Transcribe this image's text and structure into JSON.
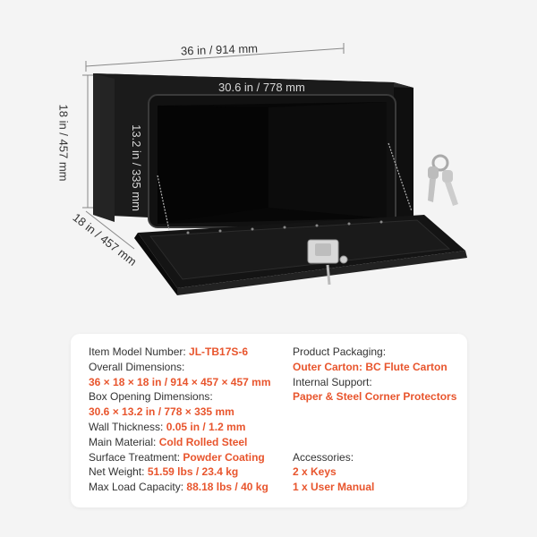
{
  "dimensions": {
    "overall_width": "36 in / 914 mm",
    "height": "18 in / 457 mm",
    "depth": "18 in / 457 mm",
    "opening_width": "30.6 in / 778 mm",
    "opening_height": "13.2 in / 335 mm"
  },
  "specs_left": [
    {
      "label": "Item Model Number: ",
      "value": "JL-TB17S-6"
    },
    {
      "label": "Overall Dimensions:",
      "value": ""
    },
    {
      "label": "",
      "value": "36 × 18 × 18 in / 914 × 457 × 457 mm"
    },
    {
      "label": "Box Opening Dimensions:",
      "value": ""
    },
    {
      "label": "",
      "value": "30.6 × 13.2 in / 778 × 335 mm"
    },
    {
      "label": "Wall Thickness: ",
      "value": "0.05 in / 1.2 mm"
    },
    {
      "label": "Main Material: ",
      "value": "Cold Rolled Steel"
    },
    {
      "label": "Surface Treatment: ",
      "value": "Powder Coating"
    },
    {
      "label": "Net Weight: ",
      "value": "51.59 lbs / 23.4 kg"
    },
    {
      "label": "Max Load Capacity: ",
      "value": "88.18 lbs / 40 kg"
    }
  ],
  "specs_right": {
    "packaging_label": "Product Packaging:",
    "packaging_value": "Outer Carton: BC Flute Carton",
    "support_label": "Internal Support:",
    "support_value": "Paper & Steel Corner Protectors",
    "accessories_label": "Accessories:",
    "accessories": [
      "2 x Keys",
      "1 x User Manual"
    ]
  },
  "colors": {
    "accent": "#e8552d",
    "box": "#1a1a1a",
    "background": "#f4f4f4"
  }
}
